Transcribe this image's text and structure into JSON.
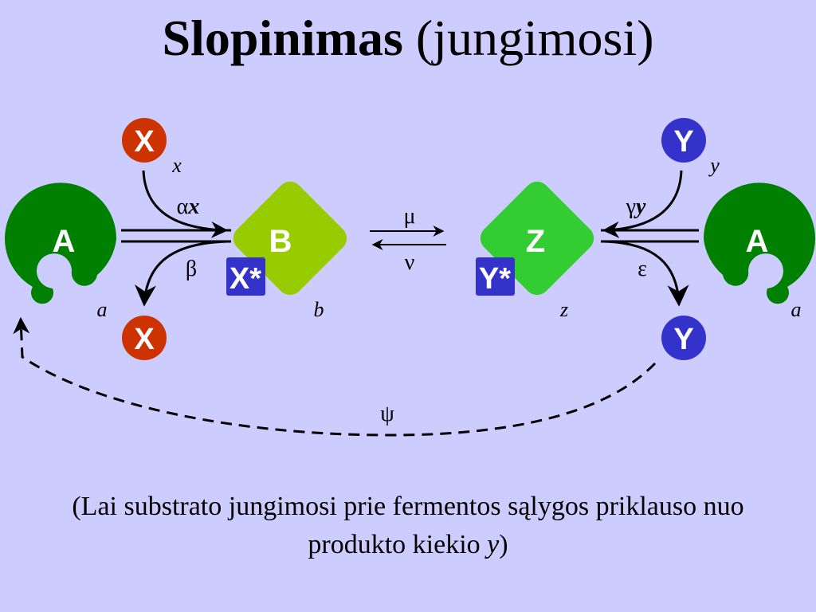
{
  "colors": {
    "background": "#ccccff",
    "enzyme_a": "#008000",
    "enzyme_b": "#99cc00",
    "enzyme_z": "#33cc33",
    "substrate_x": "#cc3300",
    "product_y": "#3333cc",
    "bound_tag": "#3333cc",
    "node_text": "#ffffff",
    "stroke": "#000000"
  },
  "title": {
    "bold": "Slopinimas",
    "normal": "(jungimosi)"
  },
  "diagram": {
    "nodes": {
      "enzyme_a_left": {
        "label": "A",
        "var": "a"
      },
      "complex_b": {
        "label": "B",
        "tag": "X*",
        "var": "b"
      },
      "complex_z": {
        "label": "Z",
        "tag": "Y*",
        "var": "z"
      },
      "enzyme_a_right": {
        "label": "A",
        "var": "a"
      },
      "substrate_x_in": {
        "label": "X",
        "var": "x"
      },
      "substrate_x_out": {
        "label": "X"
      },
      "product_y_in": {
        "label": "Y",
        "var": "y"
      },
      "product_y_out": {
        "label": "Y"
      }
    },
    "rates": {
      "alpha": "α",
      "alpha_var": "x",
      "beta": "β",
      "mu": "μ",
      "nu": "ν",
      "gamma": "γ",
      "gamma_var": "y",
      "epsilon": "ε",
      "psi": "ψ"
    }
  },
  "caption": {
    "line1": "(Lai substrato jungimosi prie fermentos sąlygos priklauso nuo",
    "line2_start": "produkto kiekio ",
    "line2_var": "y",
    "line2_end": ")"
  }
}
